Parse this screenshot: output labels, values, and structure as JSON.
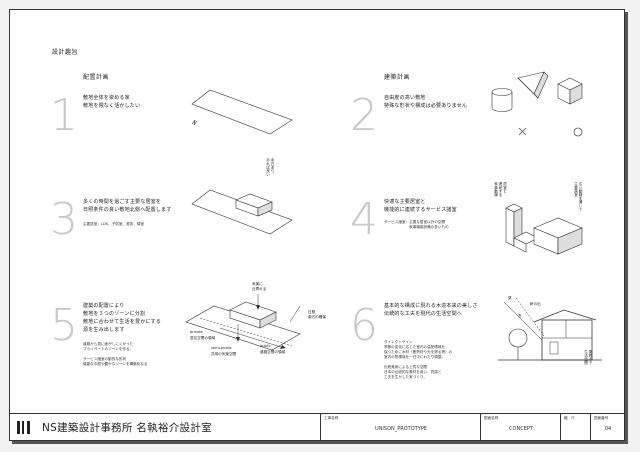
{
  "sheet": {
    "heading": "設計趣旨",
    "col_left_title": "配置計画",
    "col_right_title": "建築計画"
  },
  "sections": [
    {
      "num": "1",
      "text": "敷地全体を染める家\n敷地を隈なく活かしたい"
    },
    {
      "num": "2",
      "text": "自由度の高い敷地\n特殊な形状や構成は必要ありません"
    },
    {
      "num": "3",
      "text": "多くの時間を過ごす主要な居室を\n日照条件の良い敷地北側へ配置します",
      "note": "主要居室：LDK、子供室、書斎、寝室"
    },
    {
      "num": "4",
      "text": "快適な主要居室と\n機能的に連続するサービス諸室",
      "note": "サービス諸室：主要な居室以外の空間\n　　　　　　　家事機能設備の多いもの"
    },
    {
      "num": "5",
      "text": "建築の配置により\n敷地を３つのゾーンに分割\n敷地に合わせて生活を豊かにする\n源を生み出します",
      "note": "道路から見に面がしにくかった\nプライベートのゾーンを作る。\n\nサービス諸室の動的な形状\n機能な中庭や豊かなゾーンを構築化なる"
    },
    {
      "num": "6",
      "text": "基本的な構成に現れる木造本来の美しさ\n伝統的な工夫を現代の生活空間へ",
      "note": "ダイレクトゲイン\n季節の変化に応じた室内の温熱環境を\n保つために木材（断熱材や光を遮る等）の\n室内の熱環境を一日中にわたり調整。\n\n伝統美術による上質な空間\n日本の伝統的な素材を用い、質感と\n工夫を生かした家づくり。"
    }
  ],
  "labels": {
    "s3_vertical": "余白あり、\nあれば良い",
    "s4_left": "居室と\n連続する\n家事動線",
    "s4_right": "広い動線を通して\n主要居室",
    "s5_top": "気楽に\n近寄れる",
    "s5_right": "日照\n南方の確保",
    "s5_private": "private",
    "s5_semipublic": "semi-public",
    "s5_public": "public",
    "s5_private_sub": "居住空間の領域",
    "s5_semi_sub": "共用の気楽空間",
    "s5_public_sub": "道路空間の領域",
    "s6_sun": "夏",
    "s6_winter": "冬",
    "s6_eave": "軒の出",
    "s6_right": "屋根の下\n生活空間"
  },
  "title_block": {
    "office": "NS建築設計事務所 名執裕介設計室",
    "project_caption": "工事名称",
    "project_value": "UNISON_PROTOTYPE",
    "drawing_caption": "図面名称",
    "drawing_value": "CONCEPT",
    "scale_caption": "縮　尺",
    "scale_value": "",
    "sheet_caption": "図面番号",
    "sheet_value": "04"
  }
}
